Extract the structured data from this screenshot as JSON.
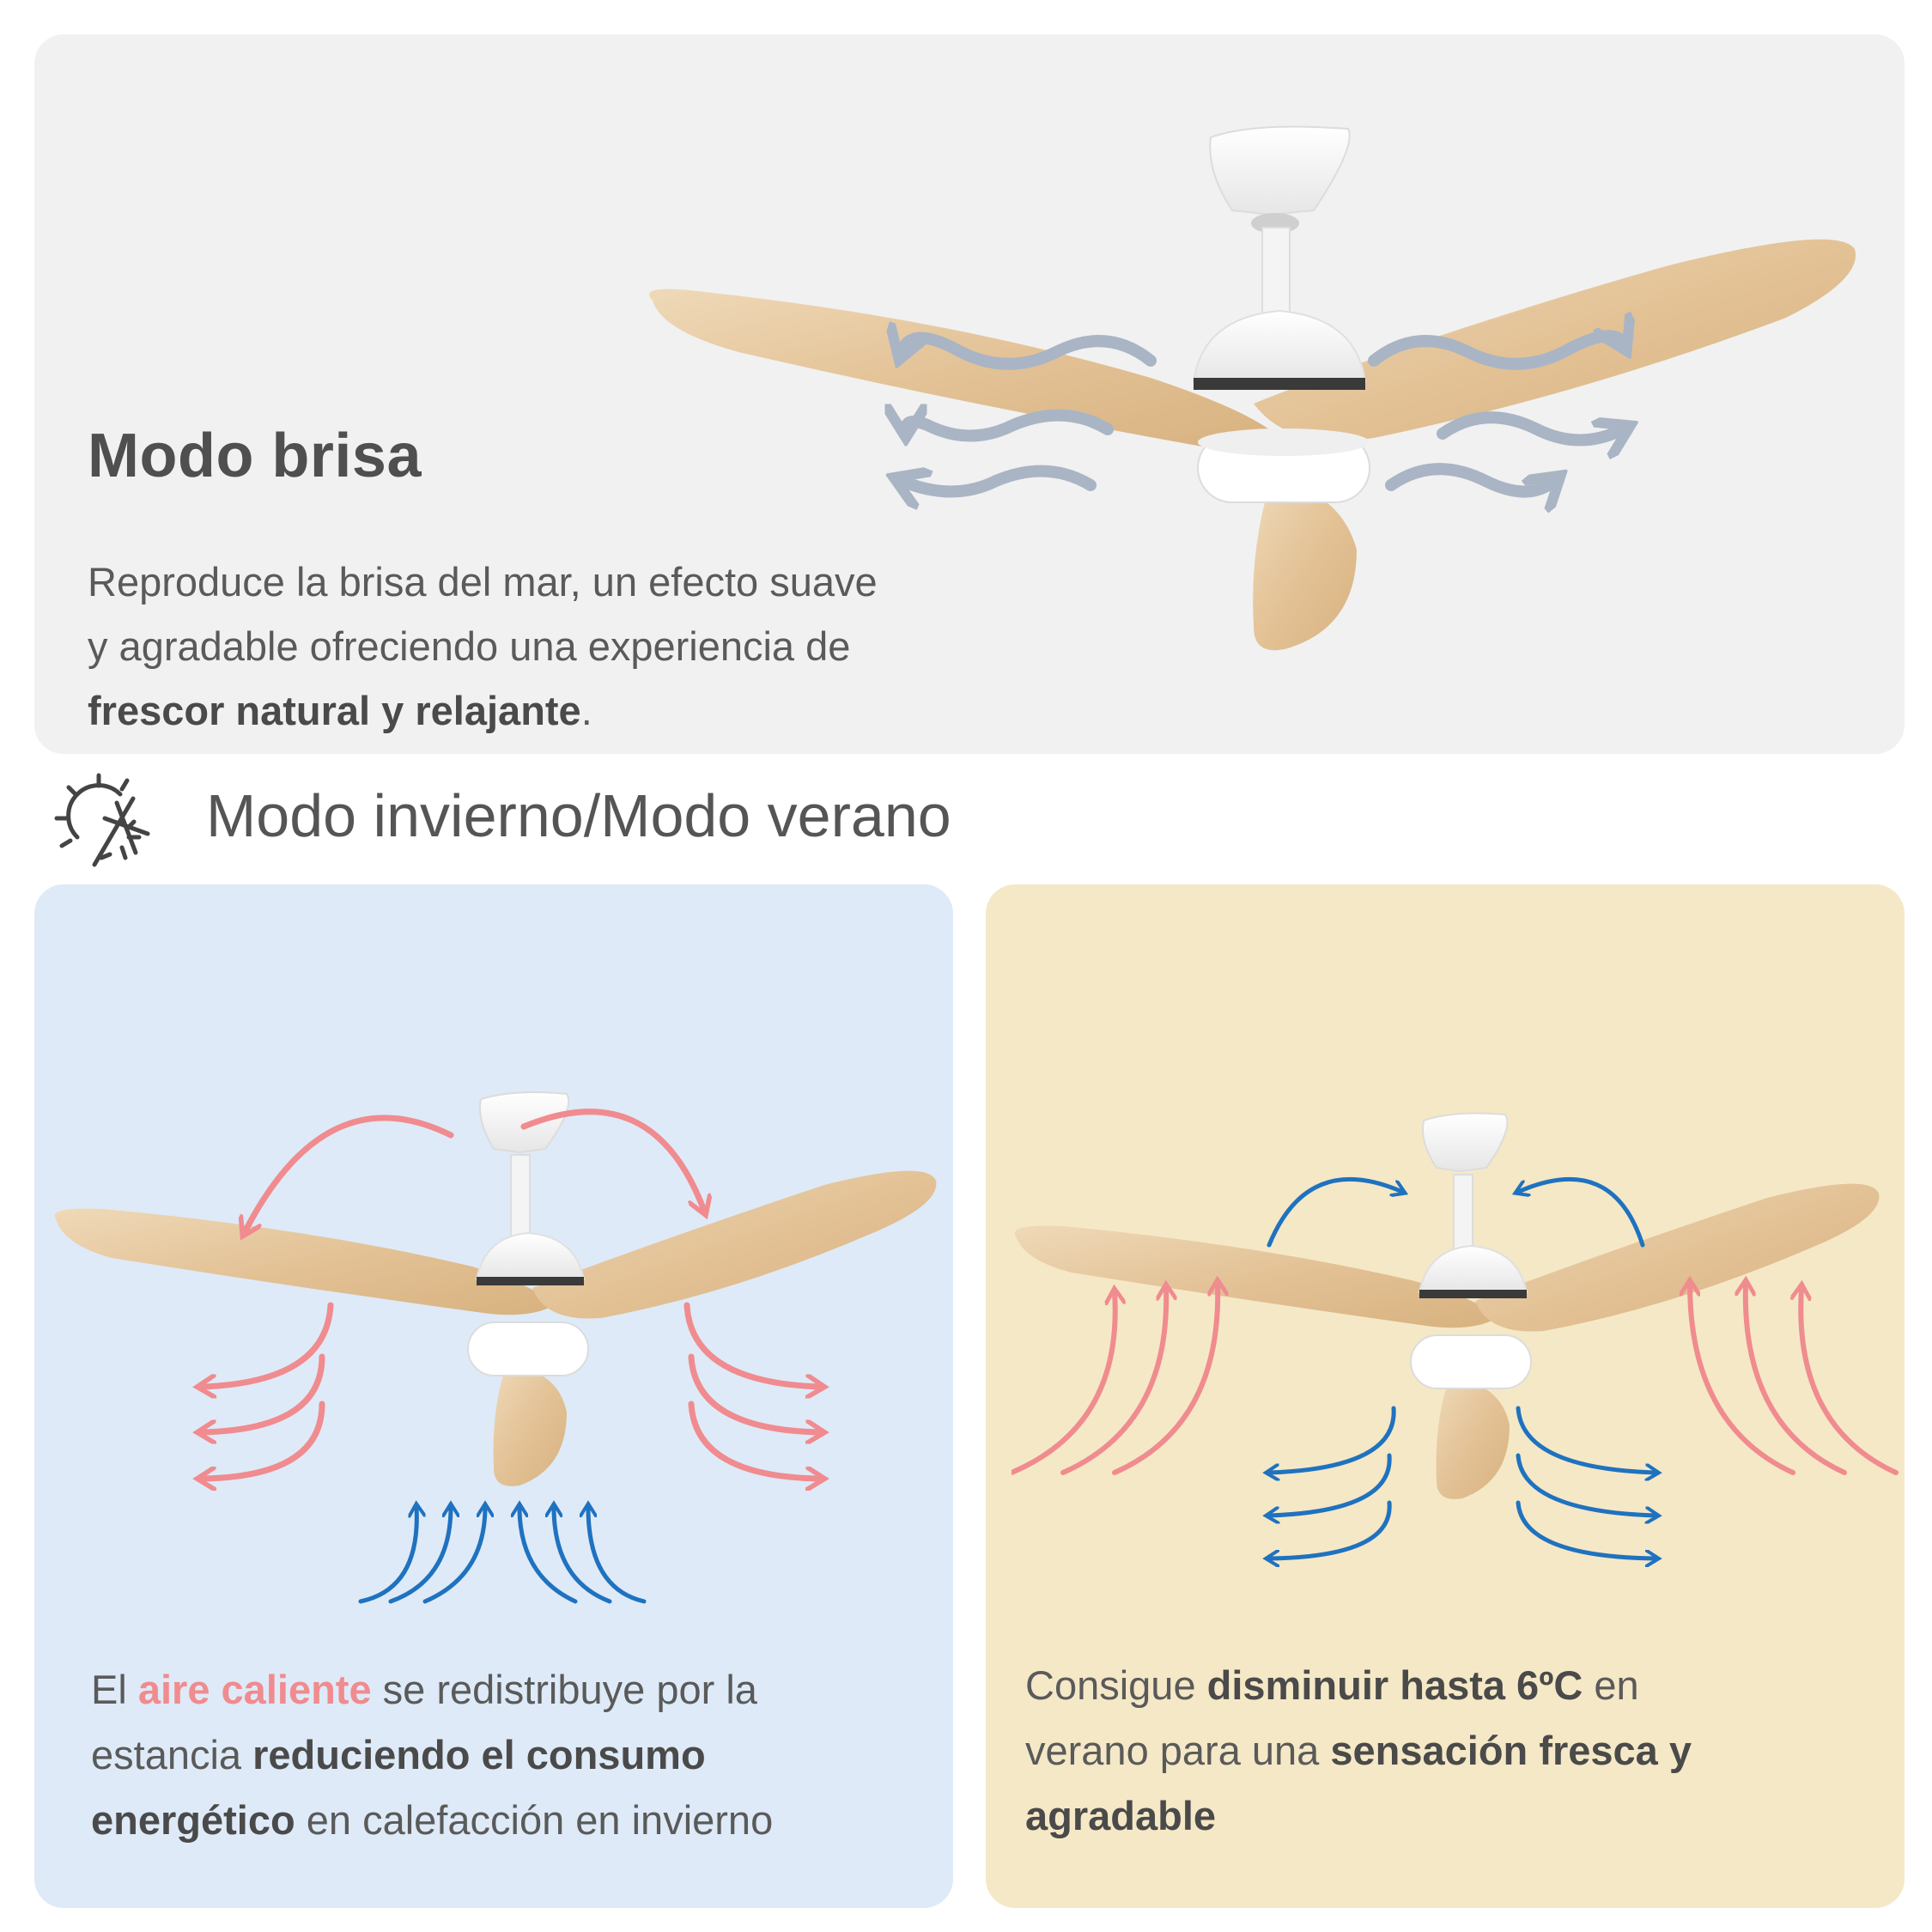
{
  "brisa": {
    "title": "Modo brisa",
    "desc_line1": "Reproduce la brisa del mar, un efecto suave",
    "desc_line2": "y agradable ofreciendo una experiencia de",
    "desc_bold": "frescor natural y relajante",
    "desc_end": "."
  },
  "section": {
    "icon": "sun-snowflake-icon",
    "title": "Modo invierno/Modo verano"
  },
  "invierno": {
    "t1": "El ",
    "t_red": "aire caliente",
    "t2": " se redistribuye por la",
    "t3": "estancia ",
    "t_bold1": "reduciendo el consumo",
    "t_bold2": "energético",
    "t4": " en calefacción en invierno"
  },
  "verano": {
    "t1": "Consigue ",
    "t_bold1": "disminuir hasta 6ºC",
    "t2": " en",
    "t3": "verano para una ",
    "t_bold2": "sensación fresca y",
    "t_bold3": "agradable"
  },
  "colors": {
    "warm_air": "#f08b8f",
    "cool_air": "#1f72bf",
    "breeze": "#a9b5c4",
    "wood": "#e6c8a0",
    "panel_gray": "#f1f1f1",
    "panel_blue": "#deeaf7",
    "panel_yellow": "#f5e8c6"
  }
}
